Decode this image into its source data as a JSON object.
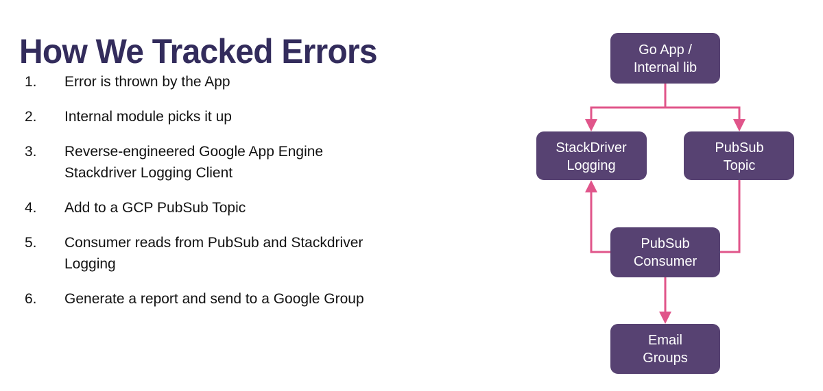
{
  "slide": {
    "title": "How We Tracked Errors",
    "background_color": "#FFFFFF",
    "title_color": "#332C5C",
    "body_text_color": "#121212"
  },
  "steps": [
    {
      "number": "1.",
      "text": "Error is thrown by the App"
    },
    {
      "number": "2.",
      "text": "Internal module picks it up"
    },
    {
      "number": "3.",
      "text": "Reverse-engineered Google App Engine Stackdriver Logging Client"
    },
    {
      "number": "4.",
      "text": "Add to a GCP PubSub Topic"
    },
    {
      "number": "5.",
      "text": "Consumer reads from PubSub and Stackdriver Logging"
    },
    {
      "number": "6.",
      "text": "Generate a report and send to a Google Group"
    }
  ],
  "diagram": {
    "node_fill_color": "#574272",
    "node_text_color": "#FFFFFF",
    "edge_color": "#E0558A",
    "nodes": [
      {
        "id": "go-app",
        "line1": "Go App /",
        "line2": "Internal lib"
      },
      {
        "id": "stackdriver",
        "line1": "StackDriver",
        "line2": "Logging"
      },
      {
        "id": "pubsub-topic",
        "line1": "PubSub",
        "line2": "Topic"
      },
      {
        "id": "pubsub-consumer",
        "line1": "PubSub",
        "line2": "Consumer"
      },
      {
        "id": "email-groups",
        "line1": "Email",
        "line2": "Groups"
      }
    ],
    "edges": [
      {
        "id": "edge-go-app-to-stackdriver",
        "from": "go-app",
        "to": "stackdriver"
      },
      {
        "id": "edge-go-app-to-pubsub-topic",
        "from": "go-app",
        "to": "pubsub-topic"
      },
      {
        "id": "edge-pubsub-topic-to-consumer",
        "from": "pubsub-topic",
        "to": "pubsub-consumer"
      },
      {
        "id": "edge-consumer-to-stackdriver",
        "from": "pubsub-consumer",
        "to": "stackdriver"
      },
      {
        "id": "edge-consumer-to-email-groups",
        "from": "pubsub-consumer",
        "to": "email-groups"
      }
    ]
  }
}
